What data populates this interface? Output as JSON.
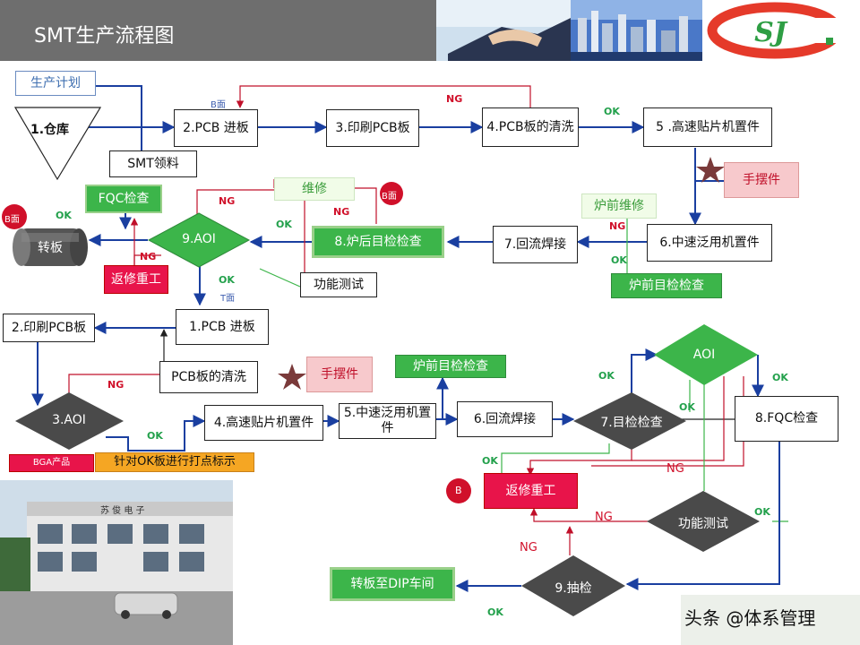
{
  "header": {
    "title": "SMT生产流程图"
  },
  "top": {
    "plan": "生产计划",
    "warehouse": "1.仓库",
    "smt_material": "SMT领料",
    "pcb_in": "2.PCB 进板",
    "print": "3.印刷PCB板",
    "clean": "4.PCB板的清洗",
    "hs_place": "5 .高速贴片机置件",
    "manual": "手摆件",
    "ms_place": "6.中速泛用机置件",
    "reflow": "7.回流焊接",
    "pre_insp": "炉前目检检查",
    "pre_repair": "炉前维修",
    "post_insp": "8.炉后目检检查",
    "repair": "维修",
    "aoi": "9.AOI",
    "func_test": "功能测试",
    "fqc": "FQC检查",
    "rework": "返修重工",
    "flip": "转板",
    "b_side": "B面",
    "b_side2": "B面",
    "b_side3": "B面",
    "t_side": "T面"
  },
  "bottom": {
    "pcb_in": "1.PCB 进板",
    "print": "2.印刷PCB板",
    "clean": "PCB板的清洗",
    "manual": "手摆件",
    "aoi": "3.AOI",
    "bga": "BGA产品",
    "mark": "针对OK板进行打点标示",
    "hs_place": "4.高速贴片机置件",
    "ms_place": "5.中速泛用机置件",
    "pre_insp": "炉前目检检查",
    "reflow": "6.回流焊接",
    "visual": "7.目检检查",
    "aoi2": "AOI",
    "fqc": "8.FQC检查",
    "b": "B",
    "rework": "返修重工",
    "func_test": "功能测试",
    "sampling": "9.抽检",
    "transfer": "转板至DIP车间"
  },
  "labels": {
    "ok": "OK",
    "ng": "NG"
  },
  "logo_text": "SJ",
  "building_text": "苏 俊 电 子",
  "watermark": "头条 @体系管理",
  "colors": {
    "header_bg": "#6e6e6e",
    "green": "#3cb54a",
    "red_fill": "#e8144a",
    "pink_fill": "#f7c9cc",
    "flow_blue": "#1a3fa0",
    "ng_red": "#c0102a",
    "orange": "#f5a623",
    "logo_red": "#e53a2a"
  }
}
